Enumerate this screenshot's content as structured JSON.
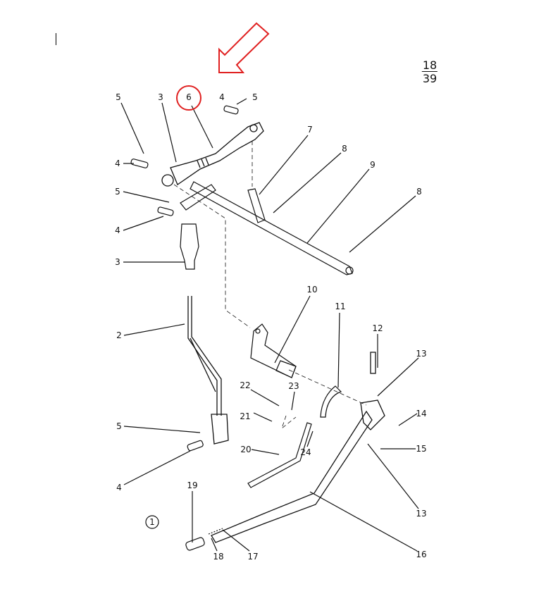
{
  "diagram": {
    "page_fraction": {
      "numerator": "18",
      "denominator": "39"
    },
    "figure_number": "1",
    "highlight_color": "#e02020",
    "highlighted_part": "6",
    "callouts": [
      "5",
      "3",
      "6",
      "4",
      "5",
      "7",
      "8",
      "9",
      "8",
      "4",
      "5",
      "4",
      "3",
      "10",
      "11",
      "12",
      "13",
      "14",
      "15",
      "13",
      "16",
      "2",
      "22",
      "23",
      "21",
      "5",
      "20",
      "24",
      "4",
      "19",
      "18",
      "17"
    ]
  }
}
